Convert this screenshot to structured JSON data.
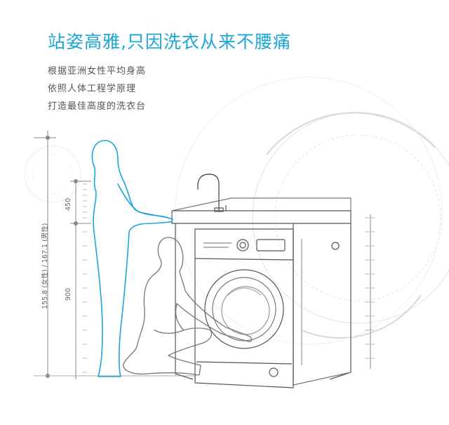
{
  "headline": "站姿高雅,只因洗衣从来不腰痛",
  "lines": [
    "根据亚洲女性平均身高",
    "依照人体工程学原理",
    "打造最佳高度的洗衣台"
  ],
  "dimensions": {
    "upper": "450",
    "lower": "900",
    "height": "155.8 (女性) / 167.1 (男性)"
  },
  "colors": {
    "accent": "#1aa6d9",
    "sketch": "#555555"
  }
}
